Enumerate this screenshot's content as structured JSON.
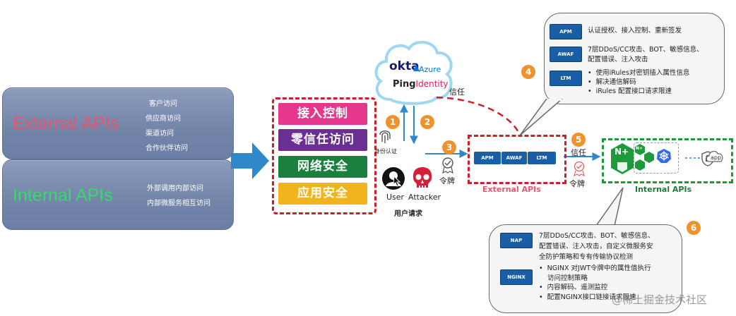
{
  "categories": {
    "external": {
      "title": "External APIs",
      "items": [
        "客户访问",
        "供应商访问",
        "渠道访问",
        "合作伙伴访问"
      ]
    },
    "internal": {
      "title": "Internal APIs",
      "items": [
        "外部调用内部访问",
        "内部微服务相互访问"
      ]
    }
  },
  "security_stack": [
    "接入控制",
    "零信任访问",
    "网络安全",
    "应用安全"
  ],
  "identity_providers": {
    "okta": "okta",
    "azure": "Azure",
    "ping": "Ping",
    "ping_suffix": "Identity"
  },
  "steps": [
    "1",
    "2",
    "3",
    "4",
    "5",
    "6"
  ],
  "labels": {
    "auth": "身份认证",
    "user": "User",
    "attacker": "Attacker",
    "user_request": "用户请求",
    "token": "令牌",
    "trust": "信任",
    "trust2": "信任",
    "token2": "令牌",
    "external_apis": "External APIs",
    "internal_apis": "Internal APIs",
    "app": "app"
  },
  "external_chips": [
    "APM",
    "AWAF",
    "LTM"
  ],
  "internal_icons": {
    "nplus": "N+",
    "small": "N+",
    "k8s": "k8s"
  },
  "bubble_top": {
    "rows": [
      {
        "chip": "APM",
        "lines": [
          "认证授权、接入控制、重新签发"
        ]
      },
      {
        "chip": "AWAF",
        "lines": [
          "7层DDoS/CC攻击、BOT、敏感信息、",
          "配置错误、注入攻击"
        ]
      },
      {
        "chip": "LTM",
        "bullets": [
          "使用iRules对密钥插入属性信息",
          "解决通信解码",
          "iRules 配置接口请求限速"
        ]
      }
    ]
  },
  "bubble_bottom": {
    "rows": [
      {
        "chip": "NAP",
        "lines": [
          "7层DDoS/CC攻击、BOT、敏感信息、",
          "配置错误、注入攻击，自定义微服务安",
          "全防护策略和专有传输协议检测"
        ]
      },
      {
        "chip": "NGINX",
        "bullets": [
          "NGINX 对JWT令牌中的属性值执行",
          "访问控制策略",
          "内容解码、遥测监控",
          "配置NGINX接口链接请求限速"
        ]
      }
    ]
  },
  "watermark": "@稀土掘金技术社区",
  "colors": {
    "external_title": "#e8556d",
    "internal_title": "#39d86a",
    "access_control": "#e5388d",
    "zero_trust": "#6b2f91",
    "network_security": "#1b7f3e",
    "app_security": "#f2b41c",
    "dash_red": "#c9202a",
    "dash_green": "#1e9a3b",
    "arrow_blue": "#2f88c9",
    "step_orange": "#f0922c",
    "chip_blue": "#1a5ea6"
  }
}
